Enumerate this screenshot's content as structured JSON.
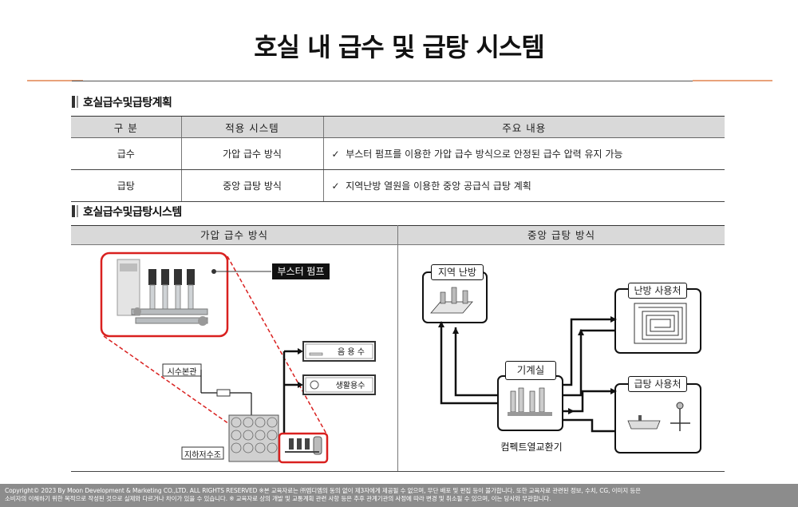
{
  "title": "호실 내 급수 및 급탕 시스템",
  "section1": {
    "title": "호실급수및급탕계획"
  },
  "plan_table": {
    "headers": [
      "구  분",
      "적용 시스템",
      "주요 내용"
    ],
    "rows": [
      {
        "category": "급수",
        "system": "가압 급수 방식",
        "content": "부스터 펌프를 이용한 가압 급수 방식으로 안정된 급수 압력 유지 가능"
      },
      {
        "category": "급탕",
        "system": "중앙 급탕 방식",
        "content": "지역난방 열원을 이용한 중앙 공급식 급탕 계획"
      }
    ],
    "check_mark": "✓"
  },
  "section2": {
    "title": "호실급수및급탕시스템"
  },
  "system": {
    "left_header": "가압 급수 방식",
    "right_header": "중앙 급탕 방식",
    "left_labels": {
      "booster": "부스터 펌프",
      "drinking": "음 용 수",
      "living": "생활용수",
      "main_pipe": "시수본관",
      "tank": "지하저수조"
    },
    "right_labels": {
      "district": "지역 난방",
      "heating_user": "난방 사용처",
      "machine_room": "기계실",
      "hot_water_user": "급탕 사용처",
      "exchanger": "컴펙트열교환기"
    }
  },
  "footer": {
    "line1": "Copyright© 2023 By Moon Development & Marketing CO.,LTD. ALL RIGHTS RESERVED  ※본 교육자료는 ㈜엠디엠의 동의 없이 제3자에게 제공될 수 없으며, 무단 배포 및 편집 등이 불가합니다. 또한 교육자료 관련된 정보, 수치, CG, 이미지 등은",
    "line2": "소비자의 이해하기 위한 목적으로 작성된 것으로 실제와 다르거나 차이가 있을 수 있습니다. ※ 교육자료 상의 개발 및 교통계획 관련 사항 등은 추후 관계기관의 사정에 따라 변경 및 취소될 수 있으며, 이는 당사와 무관합니다."
  },
  "colors": {
    "highlight": "#d9201f",
    "header_bg": "#d9d9d9",
    "accent_line": "#e9a27a",
    "footer_bg": "#8c8c8c"
  }
}
